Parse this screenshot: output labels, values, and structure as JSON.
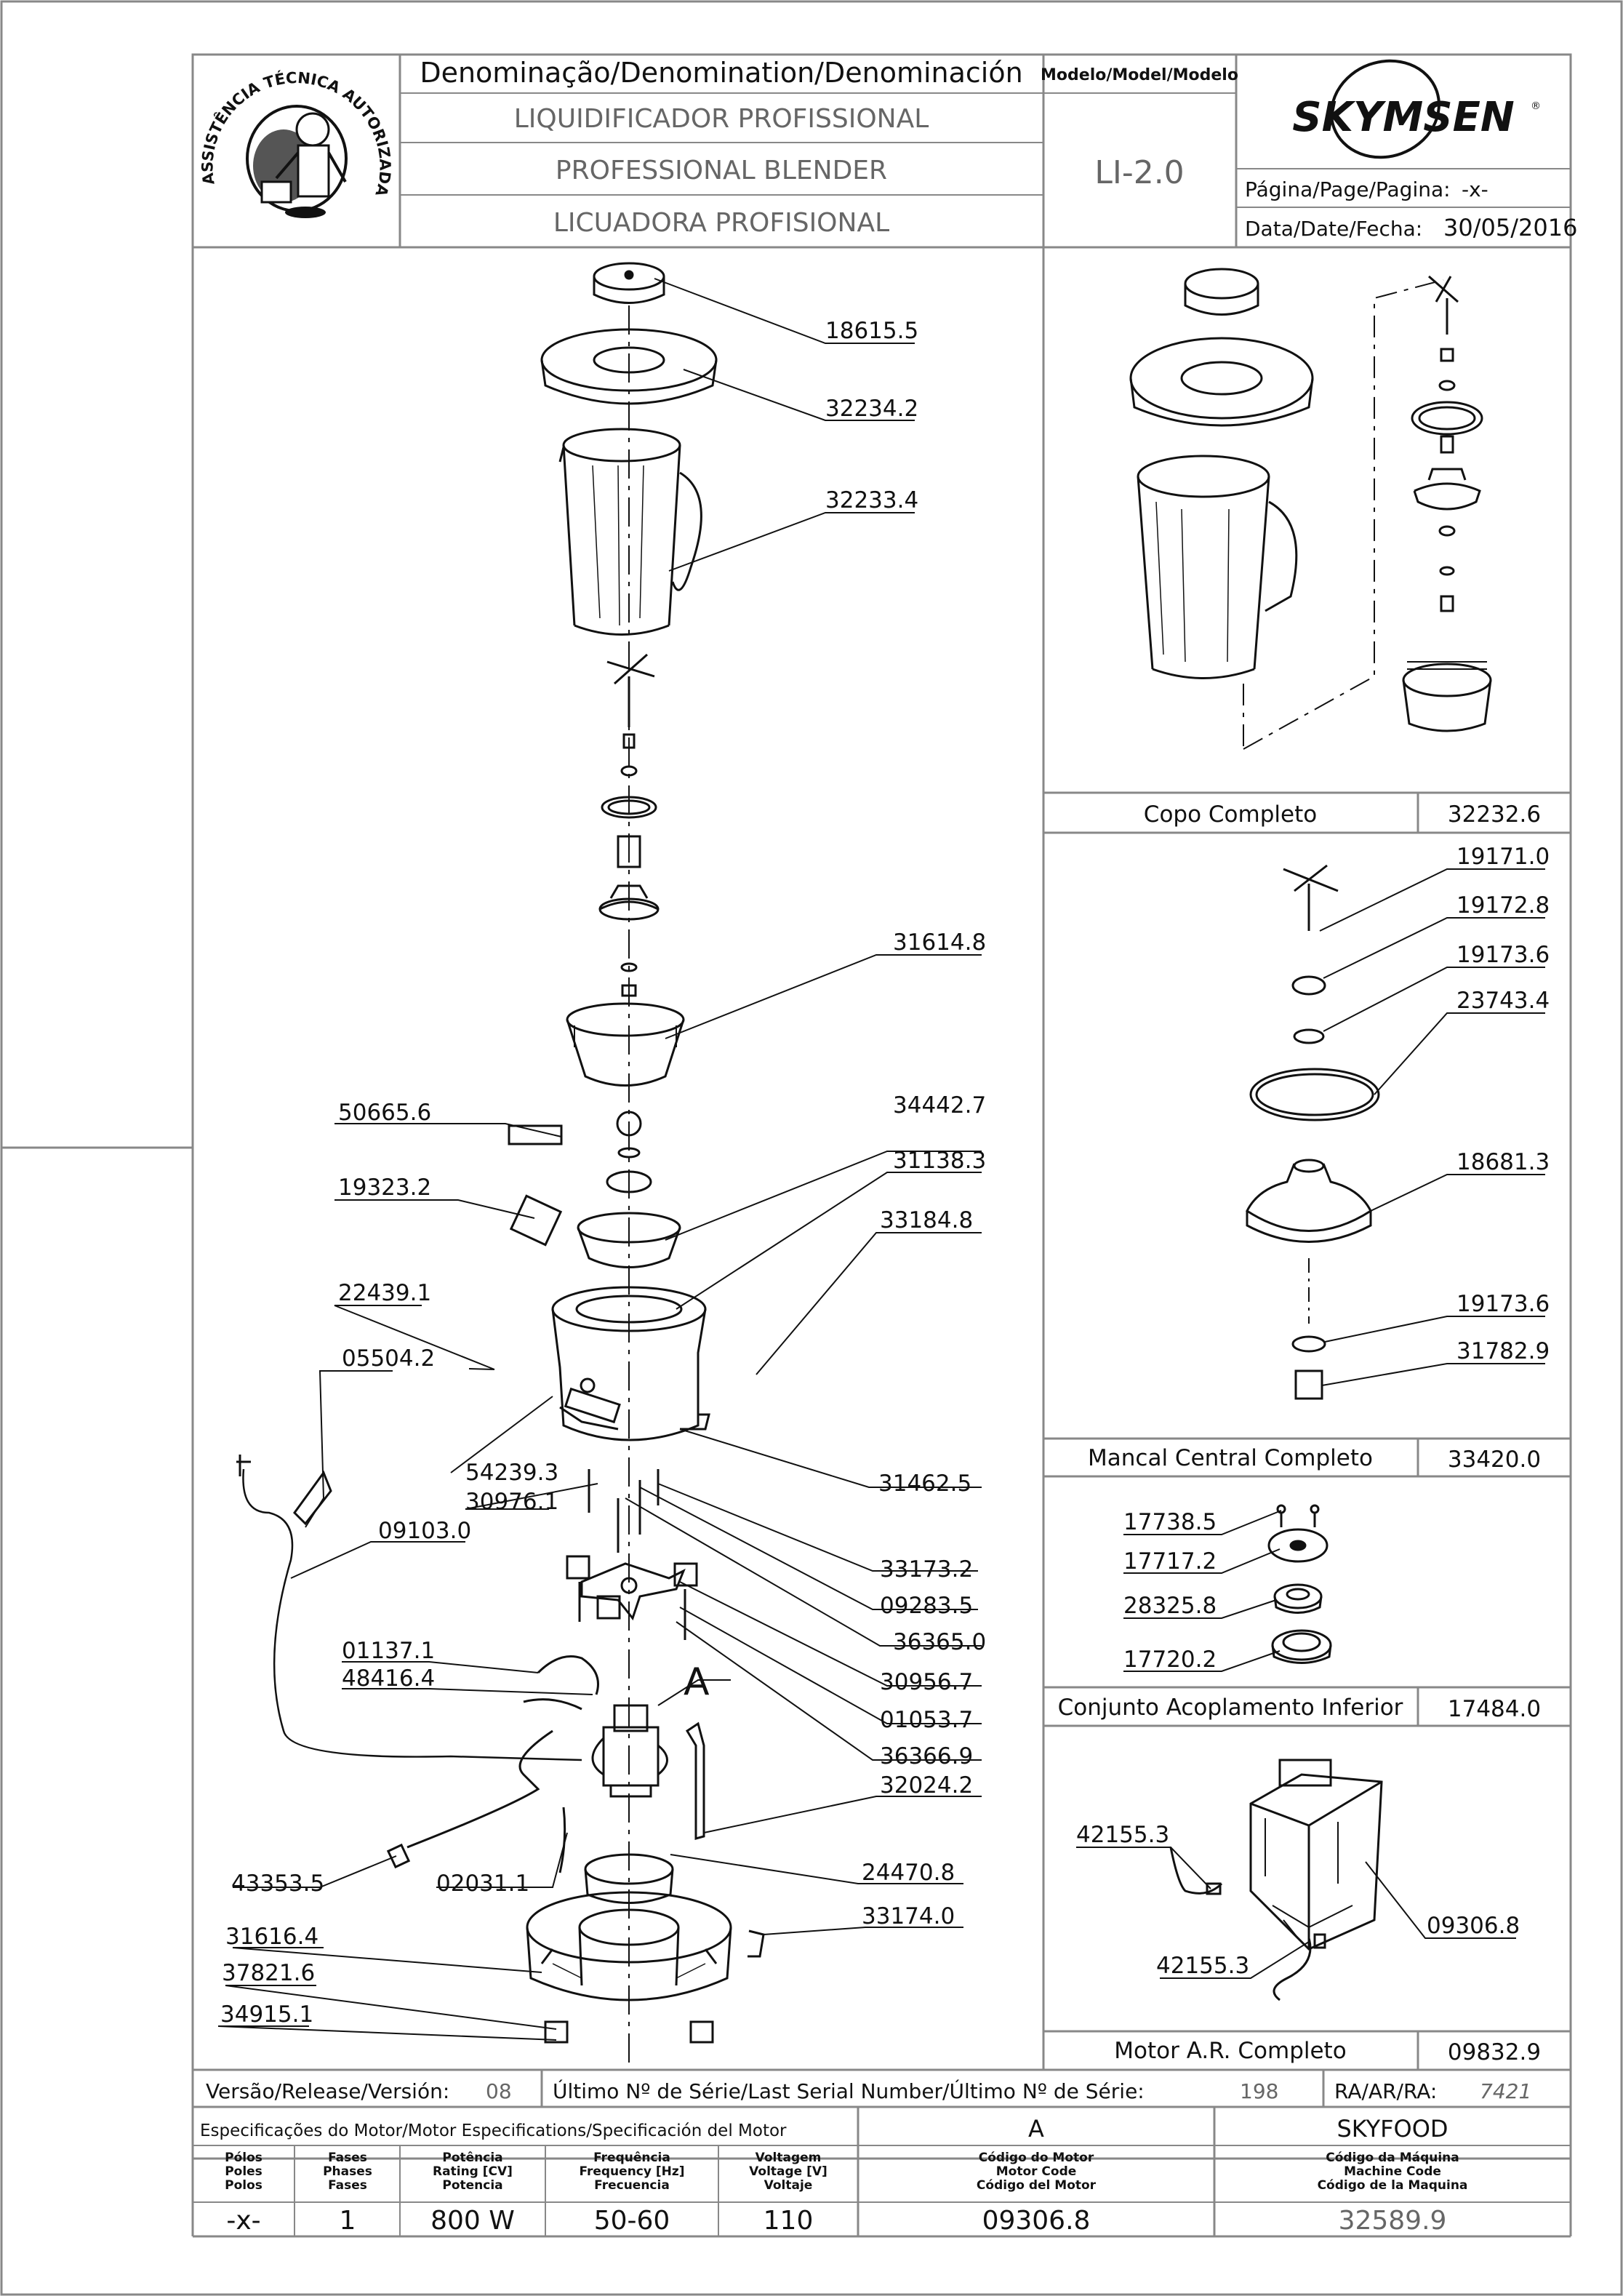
{
  "header": {
    "logo_text": "ASSISTÊNCIA TÉCNICA AUTORIZADA",
    "denomination_label": "Denominação/Denomination/Denominación",
    "name_pt": "LIQUIDIFICADOR  PROFISSIONAL",
    "name_en": "PROFESSIONAL  BLENDER",
    "name_es": "LICUADORA  PROFISIONAL",
    "model_label": "Modelo/Model/Modelo",
    "model": "LI-2.0",
    "brand": "SKYMSEN",
    "page_label": "Página/Page/Pagina:",
    "page_value": "-x-",
    "date_label": "Data/Date/Fecha:",
    "date_value": "30/05/2016"
  },
  "main_parts": [
    "18615.5",
    "32234.2",
    "32233.4",
    "31614.8",
    "50665.6",
    "34442.7",
    "19323.2",
    "31138.3",
    "33184.8",
    "22439.1",
    "05504.2",
    "54239.3",
    "31462.5",
    "30976.1",
    "09103.0",
    "33173.2",
    "09283.5",
    "36365.0",
    "01137.1",
    "48416.4",
    "30956.7",
    "01053.7",
    "36366.9",
    "32024.2",
    "24470.8",
    "43353.5",
    "02031.1",
    "33174.0",
    "31616.4",
    "37821.6",
    "34915.1"
  ],
  "detail_A_label": "A",
  "subassemblies": [
    {
      "name": "Copo  Completo",
      "code": "32232.6",
      "parts": []
    },
    {
      "name": "Mancal  Central  Completo",
      "code": "33420.0",
      "parts": [
        "19171.0",
        "19172.8",
        "19173.6",
        "23743.4",
        "18681.3",
        "19173.6",
        "31782.9"
      ]
    },
    {
      "name": "Conjunto  Acoplamento  Inferior",
      "code": "17484.0",
      "parts": [
        "17738.5",
        "17717.2",
        "28325.8",
        "17720.2"
      ]
    },
    {
      "name": "Motor  A.R.  Completo",
      "code": "09832.9",
      "parts": [
        "42155.3",
        "09306.8",
        "42155.3"
      ]
    }
  ],
  "footer": {
    "version_label": "Versão/Release/Versión:",
    "version_value": "08",
    "serial_label": "Último  Nº  de  Série/Last  Serial  Number/Último  Nº  de  Série:",
    "serial_value": "198",
    "ra_label": "RA/AR/RA:",
    "ra_value": "7421",
    "motor_spec_label": "Especificações do Motor/Motor Especifications/Specificación del Motor",
    "motor_letter": "A",
    "machine_brand": "SKYFOOD",
    "columns": [
      {
        "label": "Pólos\nPoles\nPolos",
        "value": "-x-"
      },
      {
        "label": "Fases\nPhases\nFases",
        "value": "1"
      },
      {
        "label": "Potência\nRating [CV]\nPotencia",
        "value": "800  W"
      },
      {
        "label": "Frequência\nFrequency [Hz]\nFrecuencia",
        "value": "50-60"
      },
      {
        "label": "Voltagem\nVoltage [V]\nVoltaje",
        "value": "110"
      },
      {
        "label": "Código do Motor\nMotor Code\nCódigo del Motor",
        "value": "09306.8"
      },
      {
        "label": "Código da Máquina\nMachine Code\nCódigo de la Maquina",
        "value": "32589.9"
      }
    ]
  },
  "colors": {
    "line": "#111111",
    "frame": "#888888",
    "gray_text": "#666666"
  }
}
